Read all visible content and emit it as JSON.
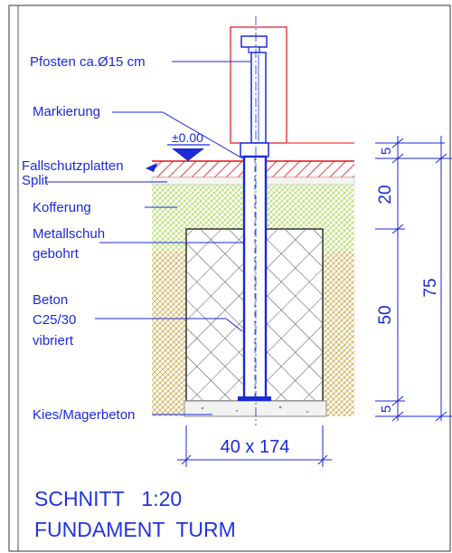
{
  "labels": {
    "pfosten": "Pfosten ca.Ø15 cm",
    "markierung": "Markierung",
    "level": "±0.00",
    "fallschutz": "Fallschutzplatten",
    "split": "Split",
    "kofferung": "Kofferung",
    "metallschuh_1": "Metallschuh",
    "metallschuh_2": "gebohrt",
    "beton_1": "Beton",
    "beton_2": "C25/30",
    "beton_3": "vibriert",
    "kies": "Kies/Magerbeton"
  },
  "dimensions": {
    "d5_top": "5",
    "d20": "20",
    "d50": "50",
    "d5_bottom": "5",
    "d75": "75",
    "base_size": "40 x 174"
  },
  "title": {
    "line1": "SCHNITT   1:20",
    "line2": "FUNDAMENT  TURM"
  },
  "colors": {
    "text": "#1a2ad6",
    "post": "#1a2ad6",
    "red": "#e0101a",
    "green": "#9ccf3a",
    "ochre": "#c9a034",
    "gray": "#707070"
  }
}
